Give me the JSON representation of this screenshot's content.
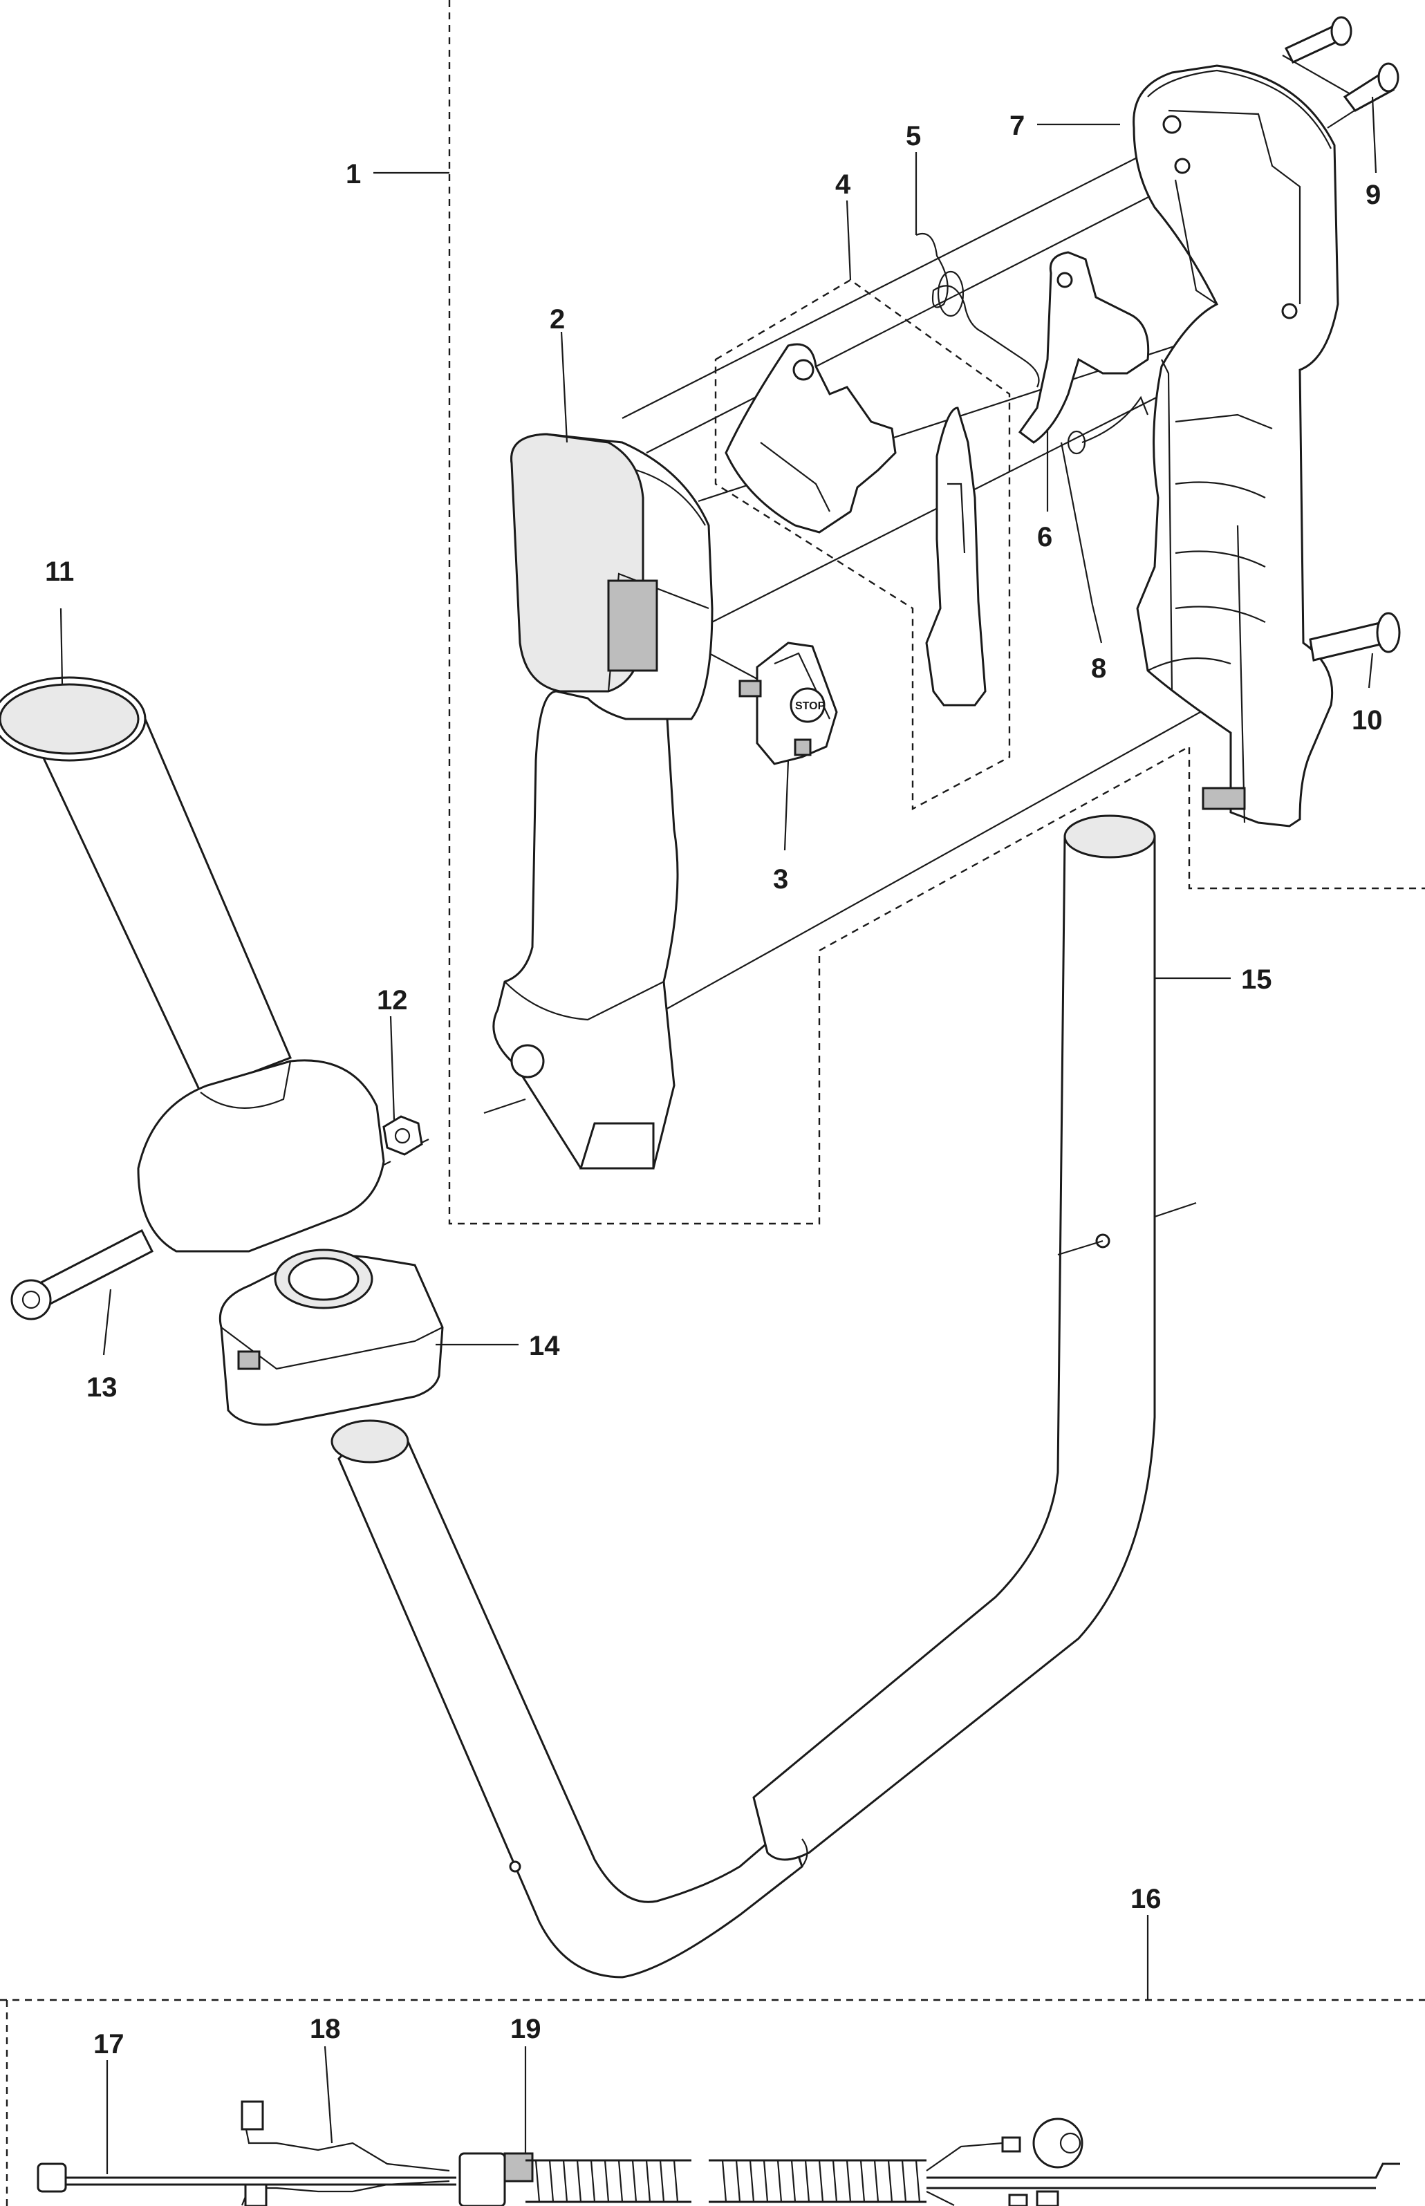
{
  "labels": {
    "p1": "1",
    "p2": "2",
    "p3": "3",
    "p4": "4",
    "p5": "5",
    "p6": "6",
    "p7": "7",
    "p8": "8",
    "p9": "9",
    "p10": "10",
    "p11": "11",
    "p12": "12",
    "p13": "13",
    "p14": "14",
    "p15": "15",
    "p16": "16",
    "p17": "17",
    "p18": "18",
    "p19": "19"
  },
  "switch_text": "STOP"
}
